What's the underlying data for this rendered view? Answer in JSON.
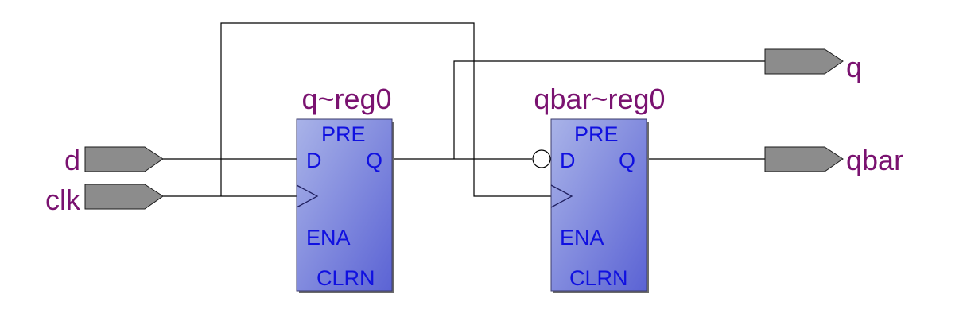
{
  "colors": {
    "label": "#7a1270",
    "pin": "#1010e0",
    "port_fill": "#8c8c8c",
    "block_light": "#a9b3e8",
    "block_dark": "#5b63d4",
    "wire": "#000000"
  },
  "ports": {
    "inputs": [
      {
        "name": "d"
      },
      {
        "name": "clk"
      }
    ],
    "outputs": [
      {
        "name": "q"
      },
      {
        "name": "qbar"
      }
    ]
  },
  "registers": [
    {
      "instance": "q~reg0",
      "pins": {
        "pre": "PRE",
        "d": "D",
        "q": "Q",
        "ena": "ENA",
        "clrn": "CLRN"
      },
      "inverted_d_input": false
    },
    {
      "instance": "qbar~reg0",
      "pins": {
        "pre": "PRE",
        "d": "D",
        "q": "Q",
        "ena": "ENA",
        "clrn": "CLRN"
      },
      "inverted_d_input": true
    }
  ]
}
